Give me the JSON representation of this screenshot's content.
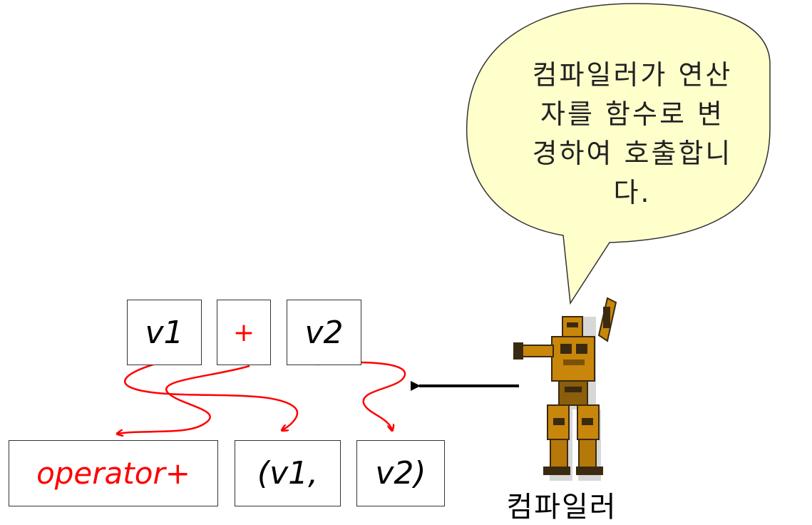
{
  "speech_bubble": {
    "lines": [
      "컴파일러가 연산",
      "자를 함수로 변",
      "경하여 호출합니",
      "다."
    ],
    "fill_color": "#ffffcc",
    "stroke_color": "#333333"
  },
  "expression_top": {
    "left_operand": "v1",
    "operator": "+",
    "right_operand": "v2"
  },
  "expression_bottom": {
    "function_name": "operator+",
    "arg1": "(v1,",
    "arg2": "v2)"
  },
  "robot": {
    "label": "컴파일러",
    "icon": "robot-icon"
  },
  "colors": {
    "arrow_red": "#ff0000",
    "arrow_black": "#000000",
    "robot_gold": "#c8860a",
    "robot_dark": "#3a2a10"
  }
}
